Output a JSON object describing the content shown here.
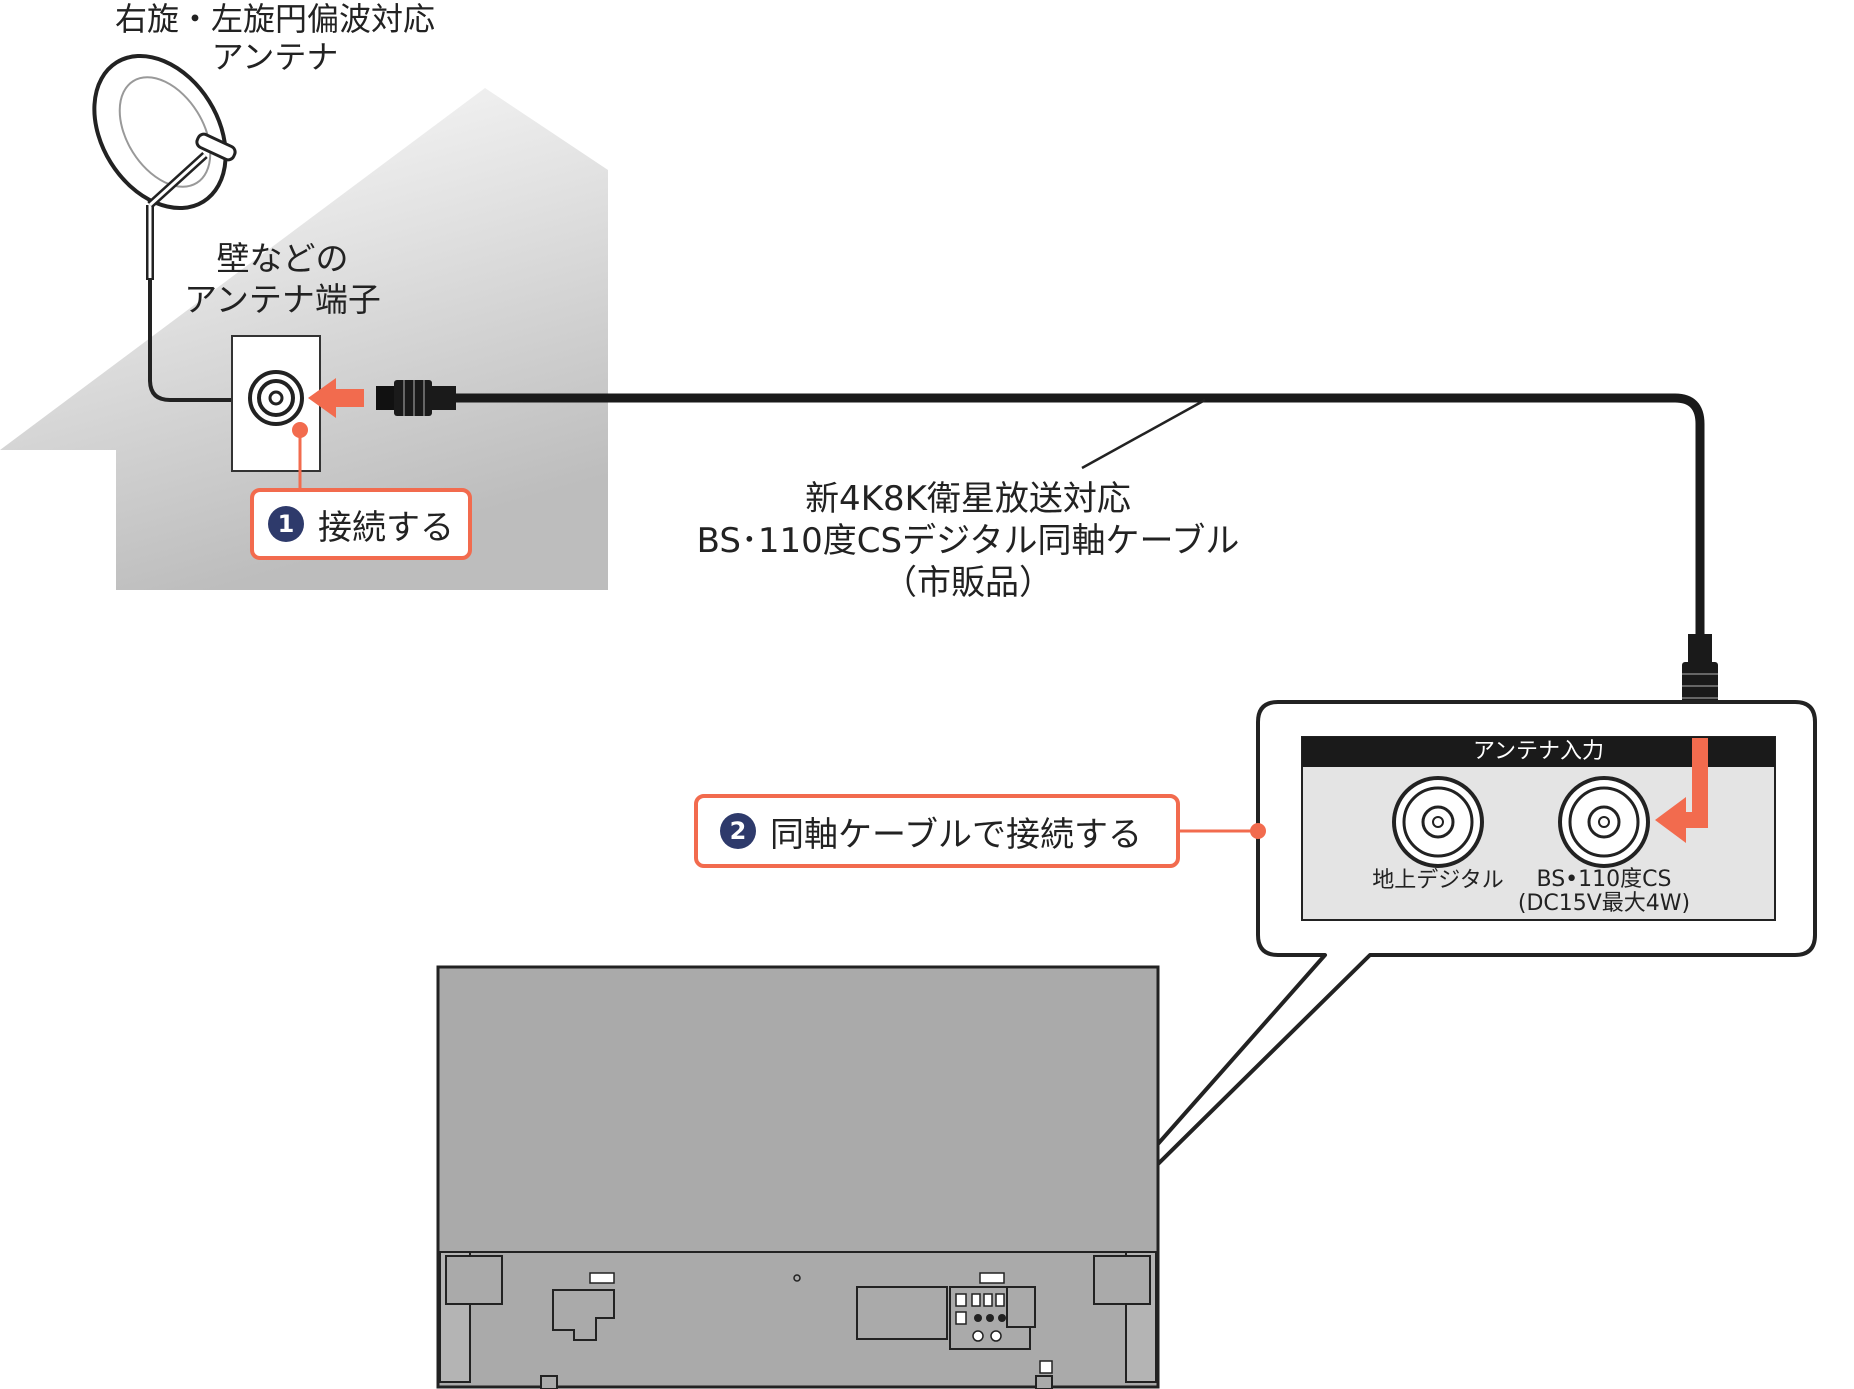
{
  "antenna": {
    "label_line1": "右旋・左旋円偏波対応",
    "label_line2": "アンテナ"
  },
  "wall_terminal": {
    "label_line1": "壁などの",
    "label_line2": "アンテナ端子"
  },
  "cable": {
    "label_line1": "新4K8K衛星放送対応",
    "label_line2": "BS･110度CSデジタル同軸ケーブル",
    "label_line3": "（市販品）"
  },
  "steps": [
    {
      "number": "1",
      "text": "接続する"
    },
    {
      "number": "2",
      "text": "同軸ケーブルで接続する"
    }
  ],
  "panel": {
    "title": "アンテナ入力",
    "jack1_label": "地上デジタル",
    "jack2_label_line1": "BS•110度CS",
    "jack2_label_line2": "(DC15V最大4W)"
  },
  "colors": {
    "accent": "#f26b4e",
    "step_badge": "#2e3a6b",
    "tv_body": "#aaaaaa",
    "panel_bg": "#e4e4e4",
    "panel_header": "#1a1a1a"
  }
}
